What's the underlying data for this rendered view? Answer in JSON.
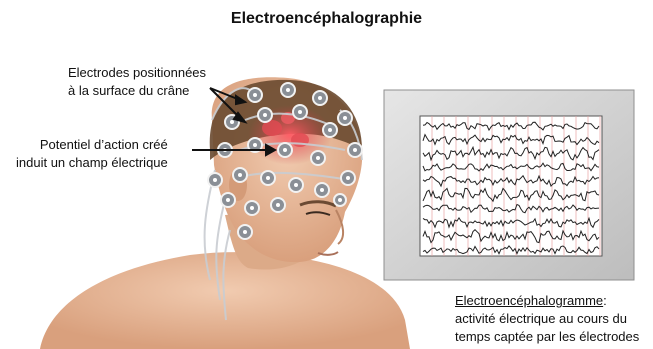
{
  "title": "Electroencéphalographie",
  "labels": {
    "electrodes_line1": "Electrodes positionnées",
    "electrodes_line2": "à la surface du crâne",
    "potential_line1": "Potentiel d’action créé",
    "potential_line2": "induit un champ électrique",
    "eeg_title": "Electroencéphalogramme",
    "eeg_colon": ":",
    "eeg_line2": "activité électrique au cours du",
    "eeg_line3": "temps captée par les électrodes"
  },
  "colors": {
    "monitor_frame": "#d9d9d9",
    "screen_bg": "#ffffff",
    "grid": "#e8a0a0",
    "trace": "#222222",
    "skin": "#e6b99a",
    "hair": "#5a3a22",
    "brain_activity": "#d9474f",
    "electrode": "#8a8f96"
  }
}
